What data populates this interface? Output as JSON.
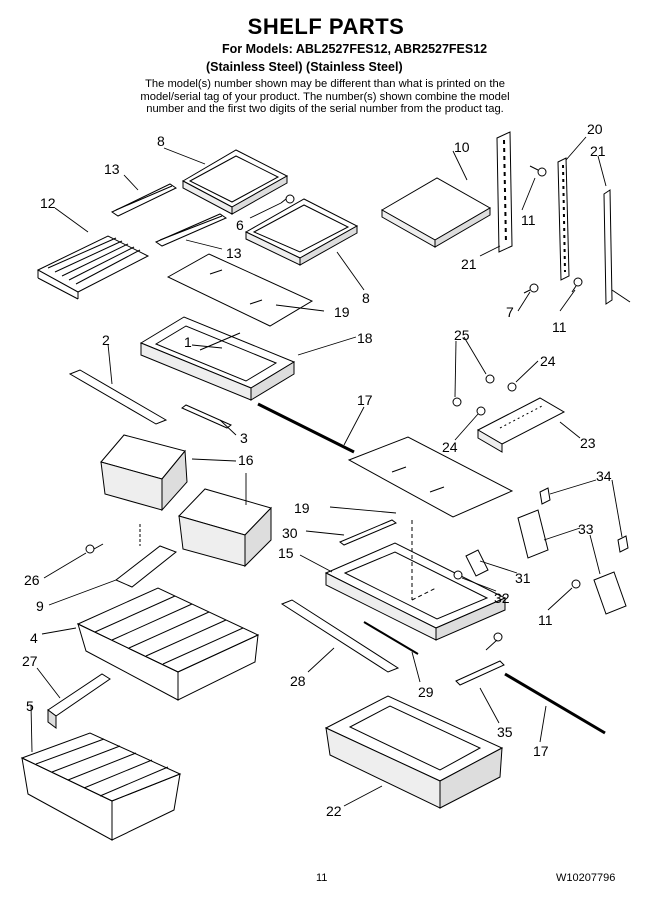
{
  "header": {
    "title": "SHELF PARTS",
    "models": "For Models: ABL2527FES12, ABR2527FES12",
    "materials": "(Stainless Steel)  (Stainless Steel)",
    "note_lines": [
      "The model(s) number shown may be different than what is printed on the",
      "model/serial tag of your product. The number(s) shown combine the model",
      "number and the first two digits of the serial number from the product tag."
    ]
  },
  "callouts": {
    "c1": "1",
    "c2": "2",
    "c3": "3",
    "c4": "4",
    "c5": "5",
    "c6": "6",
    "c7": "7",
    "c8a": "8",
    "c8b": "8",
    "c9": "9",
    "c10": "10",
    "c11a": "11",
    "c11b": "11",
    "c11c": "11",
    "c12": "12",
    "c13a": "13",
    "c13b": "13",
    "c15": "15",
    "c16": "16",
    "c17a": "17",
    "c17b": "17",
    "c18": "18",
    "c19a": "19",
    "c19b": "19",
    "c20": "20",
    "c21a": "21",
    "c21b": "21",
    "c22": "22",
    "c23": "23",
    "c24a": "24",
    "c24b": "24",
    "c25": "25",
    "c26": "26",
    "c27": "27",
    "c28": "28",
    "c29": "29",
    "c30": "30",
    "c31": "31",
    "c32": "32",
    "c33": "33",
    "c34": "34",
    "c35": "35"
  },
  "footer": {
    "page": "11",
    "doc_number": "W10207796"
  }
}
